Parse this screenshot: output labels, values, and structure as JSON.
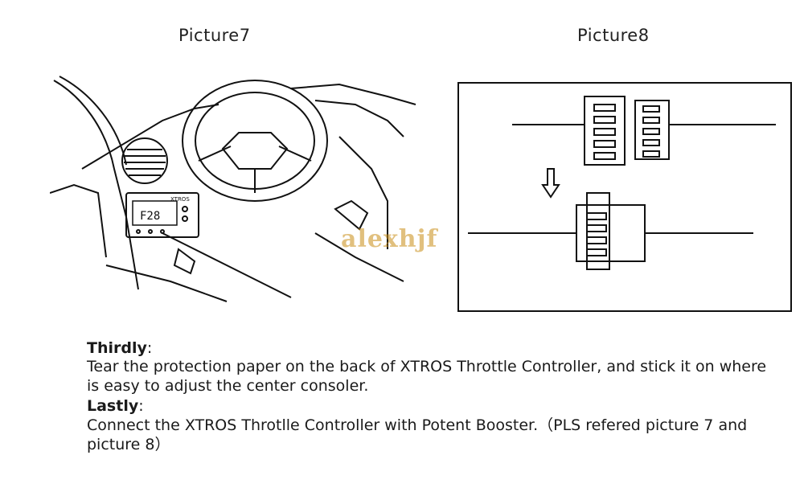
{
  "picture7": {
    "caption": "Picture7",
    "display_text": "F28",
    "brand_text": "XTROS"
  },
  "picture8": {
    "caption": "Picture8"
  },
  "watermark": "alexhjf",
  "thirdly": {
    "heading": "Thirdly",
    "colon": ":",
    "text": "Tear the protection paper on the back of XTROS Throttle Controller,  and stick it  on where is easy to adjust the center consoler."
  },
  "lastly": {
    "heading": "Lastly",
    "colon": ":",
    "text": "Connect the XTROS Throtlle Controller with Potent Booster.（PLS refered picture 7 and picture 8）"
  }
}
